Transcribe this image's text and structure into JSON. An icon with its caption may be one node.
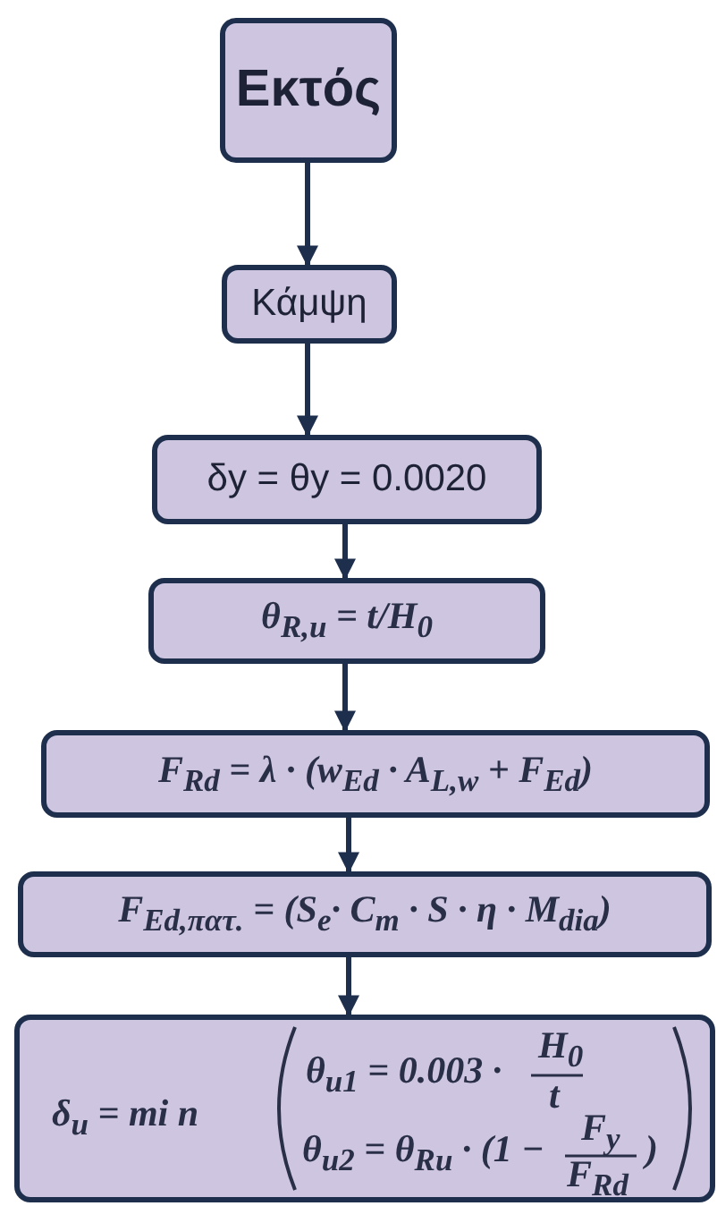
{
  "diagram": {
    "nodes": [
      {
        "text": [
          "Εκτός"
        ]
      },
      {
        "text": [
          "Κάμψη"
        ]
      },
      {
        "text": [
          "δy = θy = 0.0020"
        ]
      },
      {
        "text": [
          "θ$_{R,u}$ = t/H$_{0}$"
        ]
      },
      {
        "text": [
          "F$_{Rd}$ =  λ · (w$_{Ed}$ · A$_{L,w}$ + F$_{Ed}$)"
        ]
      },
      {
        "text": [
          "F$_{Ed,πατ.}$ = (S$_{e}$· C$_{m}$ · S · η · M$_{dia}$)"
        ]
      },
      {
        "text": [
          "δ$_{u}$ = mi n",
          "θ$_{u1}$ = 0.003 ·",
          "H$_{0}$",
          "t",
          "θ$_{u2}$ = θ$_{Ru}$ · (1 −",
          "F$_{y}$",
          "F$_{Rd}$",
          ")"
        ]
      }
    ],
    "edges": [
      {
        "from": 0,
        "to": 1,
        "arrow": "to"
      },
      {
        "from": 1,
        "to": 2,
        "arrow": "to"
      },
      {
        "from": 2,
        "to": 3,
        "arrow": "to"
      },
      {
        "from": 3,
        "to": 4,
        "arrow": "to"
      },
      {
        "from": 4,
        "to": 5,
        "arrow": "to"
      },
      {
        "from": 5,
        "to": 6,
        "arrow": "to"
      }
    ]
  }
}
